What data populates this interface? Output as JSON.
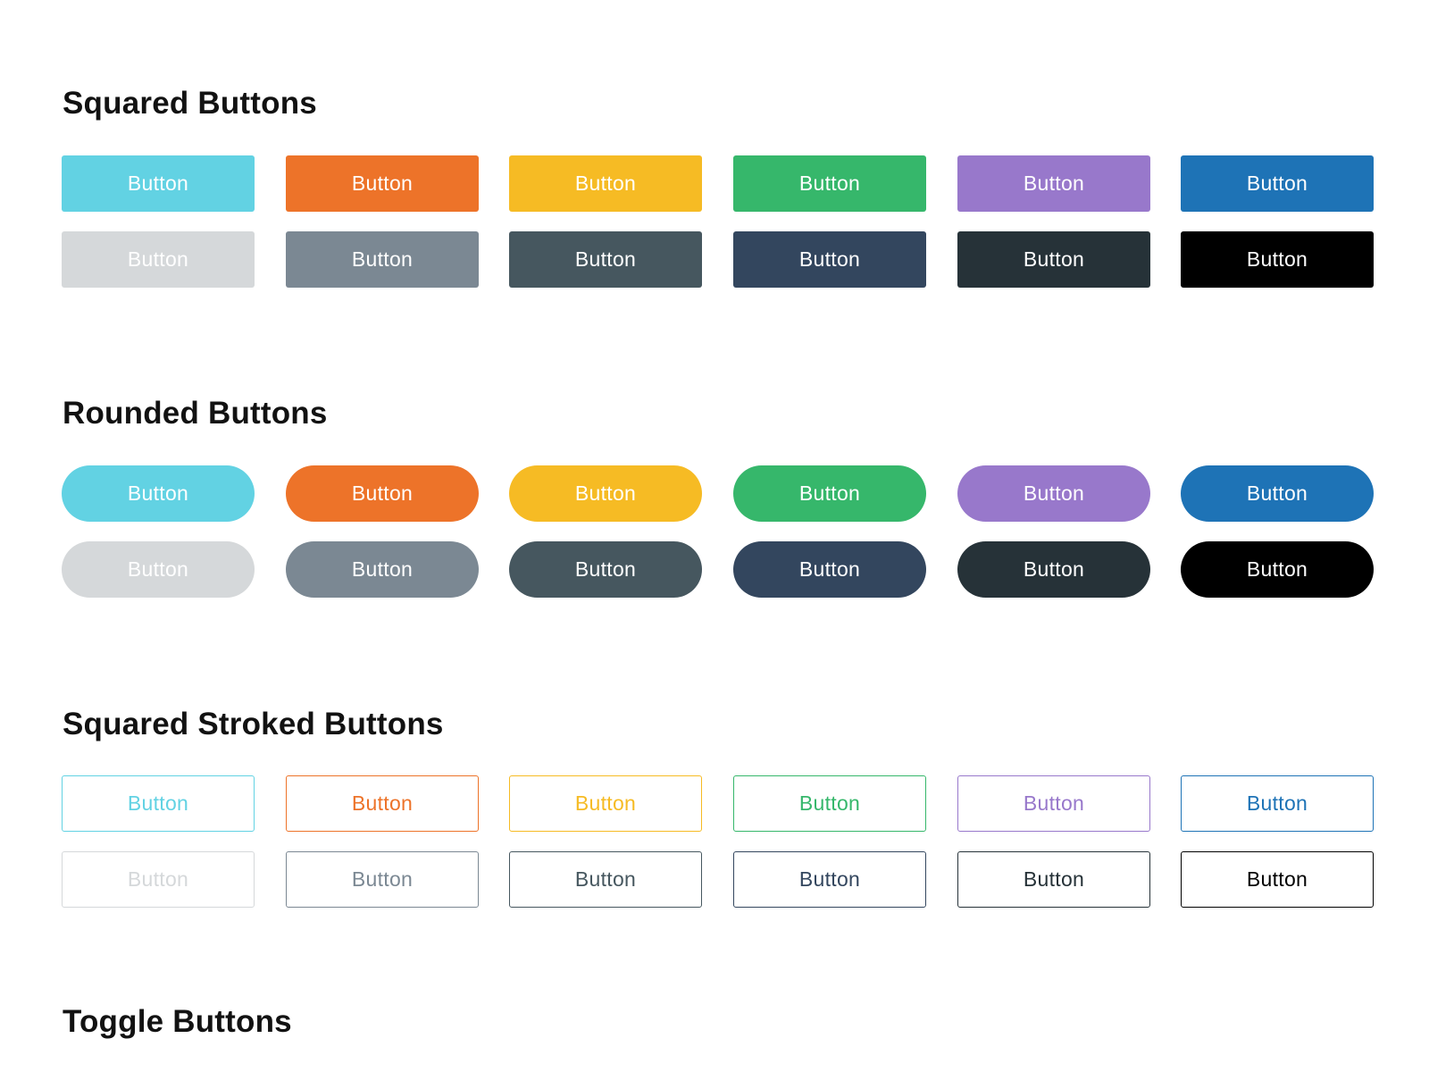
{
  "sections": {
    "squared": {
      "title": "Squared Buttons",
      "rows": [
        [
          {
            "label": "Button",
            "bg": "#62d2e3",
            "fg": "#ffffff"
          },
          {
            "label": "Button",
            "bg": "#ed7329",
            "fg": "#ffffff"
          },
          {
            "label": "Button",
            "bg": "#f6bb24",
            "fg": "#ffffff"
          },
          {
            "label": "Button",
            "bg": "#36b76b",
            "fg": "#ffffff"
          },
          {
            "label": "Button",
            "bg": "#9878cb",
            "fg": "#ffffff"
          },
          {
            "label": "Button",
            "bg": "#1e73b6",
            "fg": "#ffffff"
          }
        ],
        [
          {
            "label": "Button",
            "bg": "#d5d8da",
            "fg": "#ffffff"
          },
          {
            "label": "Button",
            "bg": "#7b8893",
            "fg": "#ffffff"
          },
          {
            "label": "Button",
            "bg": "#46575f",
            "fg": "#ffffff"
          },
          {
            "label": "Button",
            "bg": "#33465e",
            "fg": "#ffffff"
          },
          {
            "label": "Button",
            "bg": "#263238",
            "fg": "#ffffff"
          },
          {
            "label": "Button",
            "bg": "#000000",
            "fg": "#ffffff"
          }
        ]
      ]
    },
    "rounded": {
      "title": "Rounded Buttons",
      "rows": [
        [
          {
            "label": "Button",
            "bg": "#62d2e3",
            "fg": "#ffffff"
          },
          {
            "label": "Button",
            "bg": "#ed7329",
            "fg": "#ffffff"
          },
          {
            "label": "Button",
            "bg": "#f6bb24",
            "fg": "#ffffff"
          },
          {
            "label": "Button",
            "bg": "#36b76b",
            "fg": "#ffffff"
          },
          {
            "label": "Button",
            "bg": "#9878cb",
            "fg": "#ffffff"
          },
          {
            "label": "Button",
            "bg": "#1e73b6",
            "fg": "#ffffff"
          }
        ],
        [
          {
            "label": "Button",
            "bg": "#d5d8da",
            "fg": "#ffffff"
          },
          {
            "label": "Button",
            "bg": "#7b8893",
            "fg": "#ffffff"
          },
          {
            "label": "Button",
            "bg": "#46575f",
            "fg": "#ffffff"
          },
          {
            "label": "Button",
            "bg": "#33465e",
            "fg": "#ffffff"
          },
          {
            "label": "Button",
            "bg": "#263238",
            "fg": "#ffffff"
          },
          {
            "label": "Button",
            "bg": "#000000",
            "fg": "#ffffff"
          }
        ]
      ]
    },
    "stroked": {
      "title": "Squared Stroked Buttons",
      "rows": [
        [
          {
            "label": "Button",
            "color": "#62d2e3"
          },
          {
            "label": "Button",
            "color": "#ed7329"
          },
          {
            "label": "Button",
            "color": "#f6bb24"
          },
          {
            "label": "Button",
            "color": "#36b76b"
          },
          {
            "label": "Button",
            "color": "#9878cb"
          },
          {
            "label": "Button",
            "color": "#1e73b6"
          }
        ],
        [
          {
            "label": "Button",
            "color": "#d5d8da"
          },
          {
            "label": "Button",
            "color": "#7b8893"
          },
          {
            "label": "Button",
            "color": "#46575f"
          },
          {
            "label": "Button",
            "color": "#33465e"
          },
          {
            "label": "Button",
            "color": "#263238"
          },
          {
            "label": "Button",
            "color": "#000000"
          }
        ]
      ]
    },
    "toggle": {
      "title": "Toggle Buttons"
    }
  }
}
